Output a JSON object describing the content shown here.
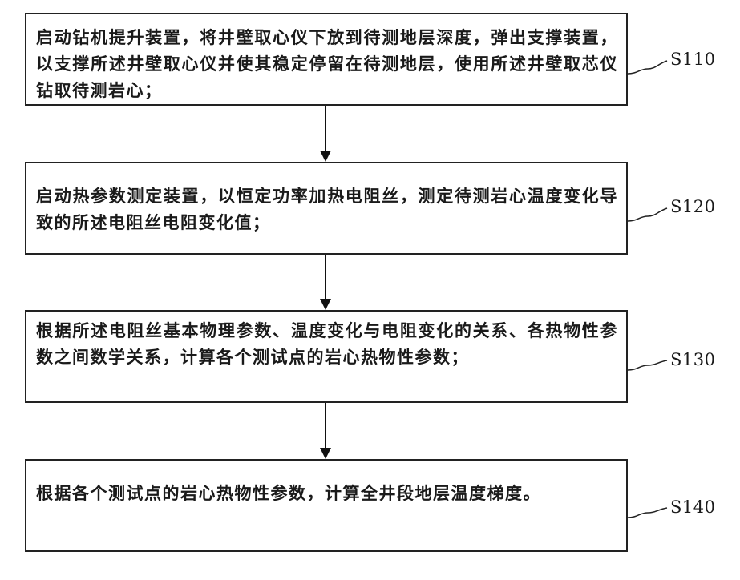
{
  "steps": [
    {
      "label": "S110",
      "text": "启动钻机提升装置，将井壁取心仪下放到待测地层深度，弹出支撑装置，以支撑所述井壁取心仪并使其稳定停留在待测地层，使用所述井壁取芯仪钻取待测岩心；"
    },
    {
      "label": "S120",
      "text": "启动热参数测定装置，以恒定功率加热电阻丝，测定待测岩心温度变化导致的所述电阻丝电阻变化值；"
    },
    {
      "label": "S130",
      "text": "根据所述电阻丝基本物理参数、温度变化与电阻变化的关系、各热物性参数之间数学关系，计算各个测试点的岩心热物性参数；"
    },
    {
      "label": "S140",
      "text": "根据各个测试点的岩心热物性参数，计算全井段地层温度梯度。"
    }
  ]
}
